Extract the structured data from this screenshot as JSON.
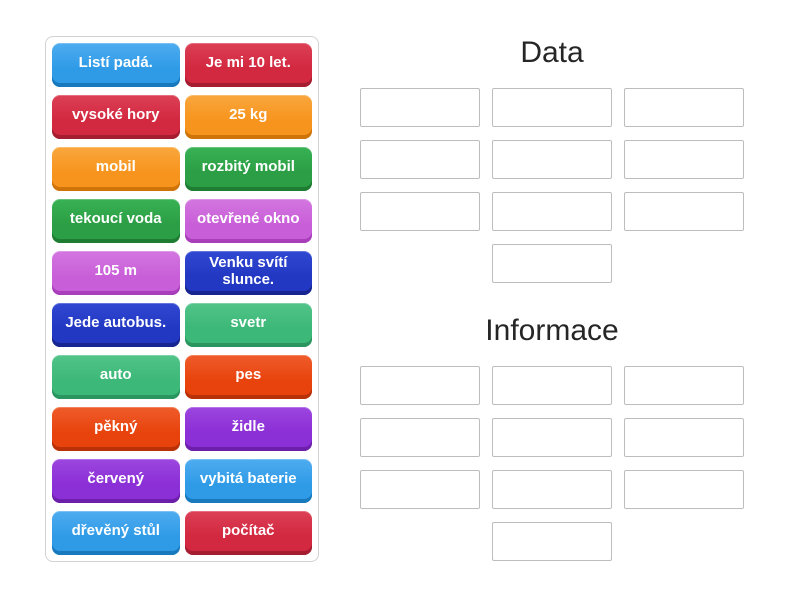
{
  "palette": {
    "blue": {
      "base": "#2F9BE7",
      "top": "#4FACF0",
      "shadow": "#1879BD"
    },
    "crimson": {
      "base": "#D22840",
      "top": "#DC4055",
      "shadow": "#A51D31"
    },
    "orange": {
      "base": "#F7941D",
      "top": "#F9A73E",
      "shadow": "#CE7409"
    },
    "green": {
      "base": "#2C9E45",
      "top": "#38B254",
      "shadow": "#1F7D33"
    },
    "orchid": {
      "base": "#C95FD8",
      "top": "#D376E0",
      "shadow": "#A93EBA"
    },
    "royal": {
      "base": "#2238C2",
      "top": "#3148D2",
      "shadow": "#16258F"
    },
    "seagreen": {
      "base": "#3CB878",
      "top": "#52C489",
      "shadow": "#2B9560"
    },
    "vermillion": {
      "base": "#E8430D",
      "top": "#EF5C2B",
      "shadow": "#B93207"
    },
    "violet": {
      "base": "#8B2FD6",
      "top": "#9C46DF",
      "shadow": "#6C1FAB"
    }
  },
  "tiles": [
    {
      "label": "Listí padá.",
      "color": "blue"
    },
    {
      "label": "Je mi 10 let.",
      "color": "crimson"
    },
    {
      "label": "vysoké hory",
      "color": "crimson"
    },
    {
      "label": "25 kg",
      "color": "orange"
    },
    {
      "label": "mobil",
      "color": "orange"
    },
    {
      "label": "rozbitý mobil",
      "color": "green"
    },
    {
      "label": "tekoucí voda",
      "color": "green"
    },
    {
      "label": "otevřené okno",
      "color": "orchid"
    },
    {
      "label": "105 m",
      "color": "orchid"
    },
    {
      "label": "Venku svítí slunce.",
      "color": "royal"
    },
    {
      "label": "Jede autobus.",
      "color": "royal"
    },
    {
      "label": "svetr",
      "color": "seagreen"
    },
    {
      "label": "auto",
      "color": "seagreen"
    },
    {
      "label": "pes",
      "color": "vermillion"
    },
    {
      "label": "pěkný",
      "color": "vermillion"
    },
    {
      "label": "židle",
      "color": "violet"
    },
    {
      "label": "červený",
      "color": "violet"
    },
    {
      "label": "vybitá baterie",
      "color": "blue"
    },
    {
      "label": "dřevěný stůl",
      "color": "blue"
    },
    {
      "label": "počítač",
      "color": "crimson"
    }
  ],
  "groups": [
    {
      "title": "Data",
      "slot_count": 10
    },
    {
      "title": "Informace",
      "slot_count": 10
    }
  ]
}
